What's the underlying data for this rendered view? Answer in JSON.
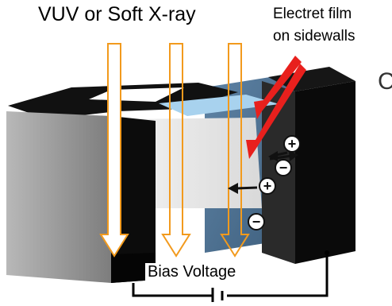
{
  "labels": {
    "radiation": "VUV or Soft X-ray",
    "electret_film_line1": "Electret film",
    "electret_film_line2": "on sidewalls",
    "bias_voltage": "Bias Voltage",
    "partial_text": "C"
  },
  "charges": {
    "positive": "+",
    "negative": "−"
  },
  "colors": {
    "detector_body": "#0d0d0d",
    "detector_side_grey": "#9a9a9a",
    "electrode_panel": "#4f7394",
    "inner_wall": "#e8e8e8",
    "electret_film": "#a8d2ee",
    "radiation_arrow": "#f29a1d",
    "pointer_arrow": "#e8201d",
    "circuit_wire": "#000000"
  }
}
